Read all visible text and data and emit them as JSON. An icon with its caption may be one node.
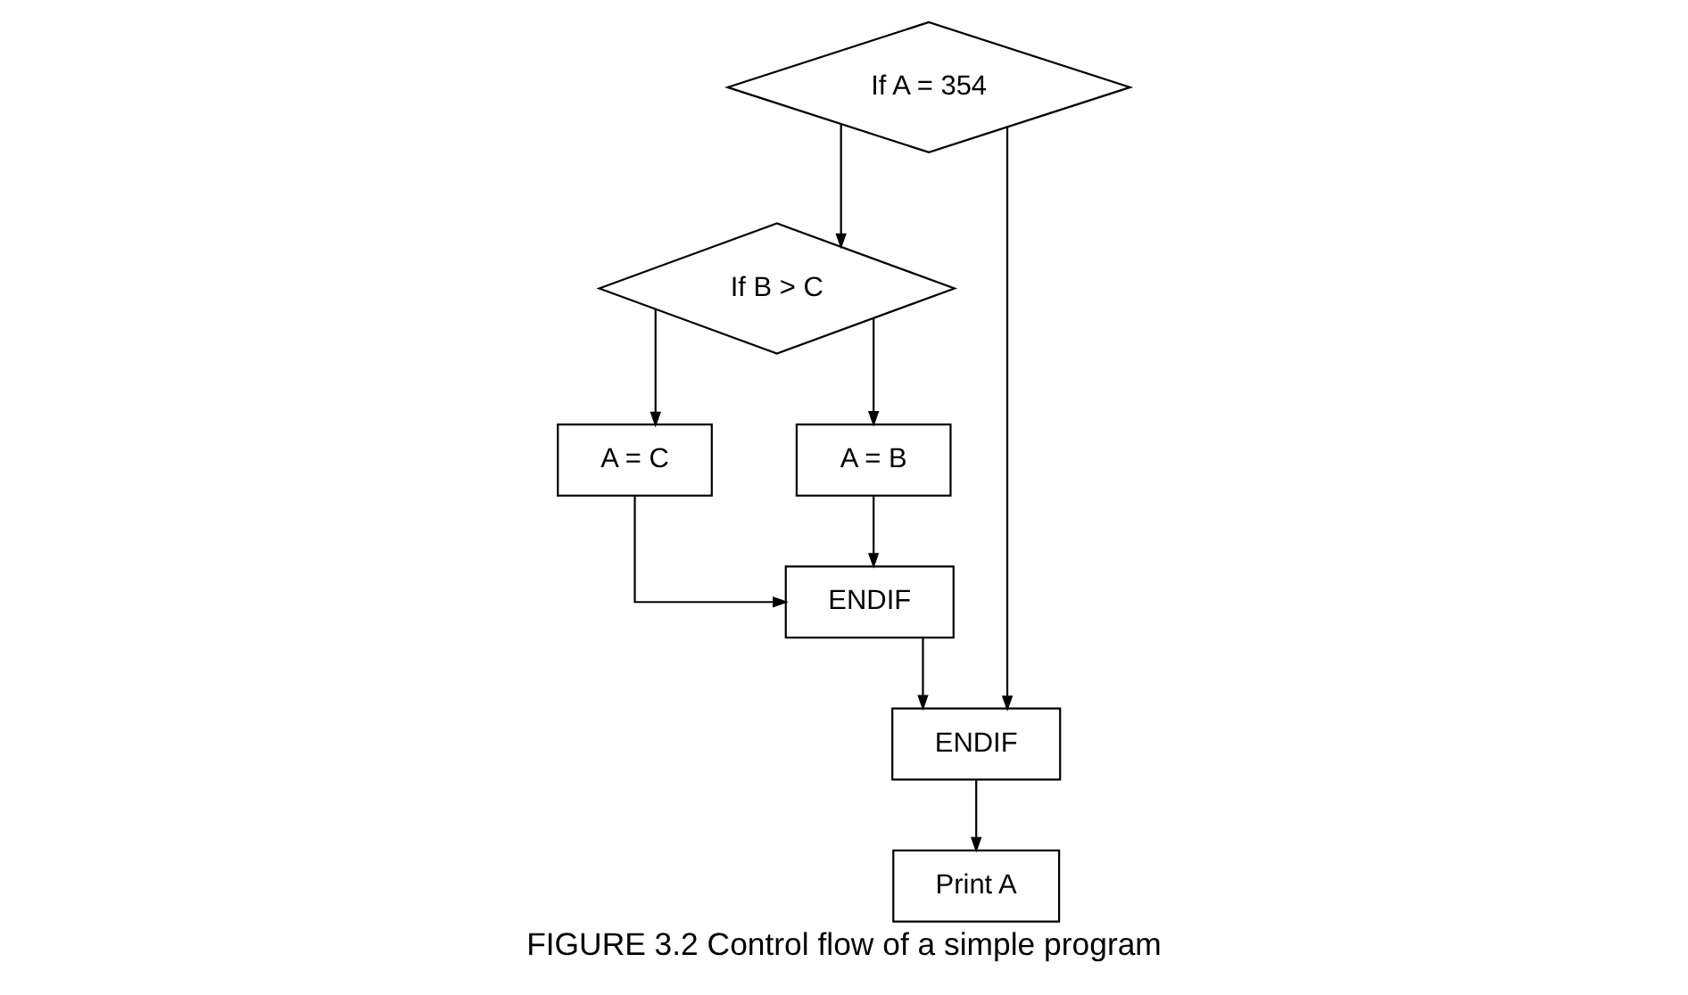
{
  "diagram": {
    "caption": "FIGURE 3.2 Control flow of a simple program",
    "nodes": [
      {
        "text": [
          "If A = 354"
        ]
      },
      {
        "text": [
          "If B > C"
        ]
      },
      {
        "text": [
          "A = C"
        ]
      },
      {
        "text": [
          "A = B"
        ]
      },
      {
        "text": [
          "ENDIF"
        ]
      },
      {
        "text": [
          "ENDIF"
        ]
      },
      {
        "text": [
          "Print A"
        ]
      }
    ],
    "edges": [
      {
        "from": 0,
        "to": 1,
        "arrow": "to"
      },
      {
        "from": 0,
        "to": 5,
        "arrow": "to"
      },
      {
        "from": 1,
        "to": 2,
        "arrow": "to"
      },
      {
        "from": 1,
        "to": 3,
        "arrow": "to"
      },
      {
        "from": 2,
        "to": 4,
        "arrow": "to"
      },
      {
        "from": 3,
        "to": 4,
        "arrow": "to"
      },
      {
        "from": 4,
        "to": 5,
        "arrow": "to"
      },
      {
        "from": 5,
        "to": 6,
        "arrow": "to"
      }
    ]
  }
}
